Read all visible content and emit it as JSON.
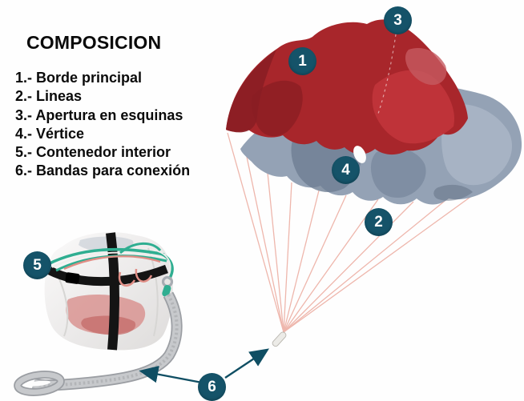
{
  "title": "COMPOSICION",
  "legend": {
    "items": [
      {
        "text": "1.- Borde principal"
      },
      {
        "text": "2.- Lineas"
      },
      {
        "text": "3.- Apertura en esquinas"
      },
      {
        "text": "4.- Vértice"
      },
      {
        "text": "5.- Contenedor interior"
      },
      {
        "text": "6.- Bandas para conexión"
      }
    ]
  },
  "markers": [
    {
      "label": "1",
      "part": "borde-principal"
    },
    {
      "label": "2",
      "part": "lineas"
    },
    {
      "label": "3",
      "part": "apertura-en-esquinas"
    },
    {
      "label": "4",
      "part": "vertice"
    },
    {
      "label": "5",
      "part": "contenedor-interior"
    },
    {
      "label": "6",
      "part": "bandas-para-conexion"
    }
  ],
  "colors": {
    "marker_teal": "#155369",
    "arrow_teal": "#0f4e63",
    "canopy_red": "#a8262b",
    "canopy_red_bright": "#c0343a",
    "canopy_red_dark": "#8a1e23",
    "canopy_gray": "#94a2b5",
    "canopy_gray_dark": "#6e7e93",
    "canopy_gray_light": "#a9b5c5",
    "suspension_line": "#eeb3a8",
    "cord_teal": "#2fae91",
    "cord_salmon": "#e08d85",
    "strap_gray": "#c7c9cc",
    "text": "#0a0a0a",
    "background": "#ffffff"
  }
}
